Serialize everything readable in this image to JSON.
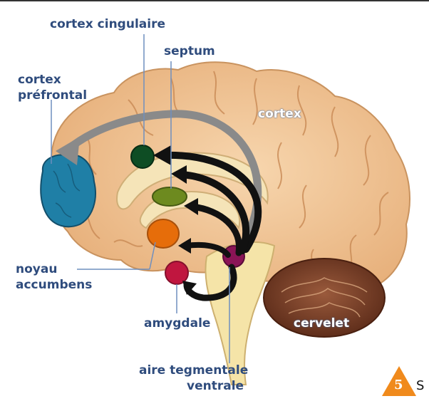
{
  "labels": {
    "cortex_cingulaire": "cortex cingulaire",
    "septum": "septum",
    "cortex_prefrontal_line1": "cortex",
    "cortex_prefrontal_line2": "préfrontal",
    "cortex": "cortex",
    "noyau_line1": "noyau",
    "noyau_line2": "accumbens",
    "amygdale": "amygdale",
    "cervelet": "cervelet",
    "aire_line1": "aire tegmentale",
    "aire_line2": "ventrale"
  },
  "badge": {
    "number": "5",
    "trailing_text": "S"
  },
  "colors": {
    "brain": "#f2c99a",
    "brain_outline": "#c9935f",
    "prefrontal": "#1f7fa6",
    "cingulate": "#0e4d24",
    "septum": "#6d8a1f",
    "accumbens": "#e66d0a",
    "amygdala": "#c0163f",
    "vta": "#8a1456",
    "brainstem": "#f5e4a8",
    "cerebellum": "#7a3e28",
    "label": "#2f4c7d",
    "badge": "#f08a1c"
  }
}
